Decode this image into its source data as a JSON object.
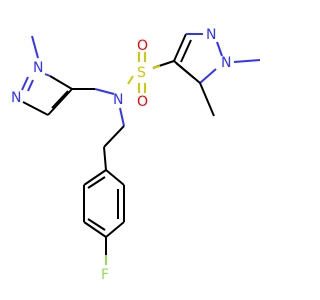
{
  "molecule": {
    "atoms": {
      "n_pyrazole_right_1": "N",
      "n_pyrazole_right_2": "N",
      "methyl_n1_right": "",
      "methyl_c5_right": "",
      "sulfur": "S",
      "oxygen_top": "O",
      "oxygen_bottom": "O",
      "n_sulfonamide": "N",
      "n_pyrazole_left_1": "N",
      "n_pyrazole_left_2": "N",
      "fluorine": "F"
    },
    "colors": {
      "carbon": "#000000",
      "nitrogen": "#3333ff",
      "sulfur": "#cccc00",
      "oxygen": "#ff0000",
      "fluorine": "#90e050"
    }
  }
}
